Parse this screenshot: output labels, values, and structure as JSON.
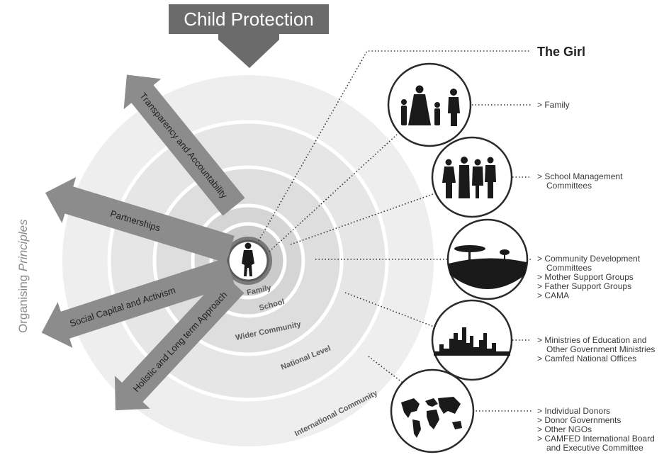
{
  "header": {
    "title": "Child Protection"
  },
  "side_label": {
    "prefix": "Organising ",
    "emphasis": "Principles"
  },
  "principles": [
    {
      "label": "Transparency and Accountability"
    },
    {
      "label": "Partnerships"
    },
    {
      "label": "Social Capital and Activism"
    },
    {
      "label": "Holistic and Long term Approach"
    }
  ],
  "rings": {
    "family": "Family",
    "school": "School",
    "wider_community": "Wider Community",
    "national_level": "National Level",
    "international_community": "International Community"
  },
  "girl": {
    "title": "The Girl"
  },
  "levels": [
    {
      "icon": "family-silhouette-icon",
      "lines": [
        "> Family"
      ]
    },
    {
      "icon": "school-committee-silhouette-icon",
      "lines": [
        "> School Management",
        "Committees"
      ]
    },
    {
      "icon": "acacia-landscape-icon",
      "lines": [
        "> Community Development",
        "Committees",
        "> Mother Support Groups",
        "> Father Support Groups",
        "> CAMA"
      ]
    },
    {
      "icon": "city-skyline-icon",
      "lines": [
        "> Ministries of Education and",
        "Other Government Ministries",
        "> Camfed National Offices"
      ]
    },
    {
      "icon": "world-map-icon",
      "lines": [
        "> Individual Donors",
        "> Donor Governments",
        "> Other NGOs",
        "> CAMFED International Board",
        "and Executive Committee"
      ]
    }
  ],
  "colors": {
    "header_box": "#6b6b6b",
    "arrow_fill": "#8c8c8c",
    "ring_outer": "#eeeeee",
    "ring_mid": "#dedede",
    "ring_inner": "#cfcfcf",
    "silhouette": "#1a1a1a"
  }
}
